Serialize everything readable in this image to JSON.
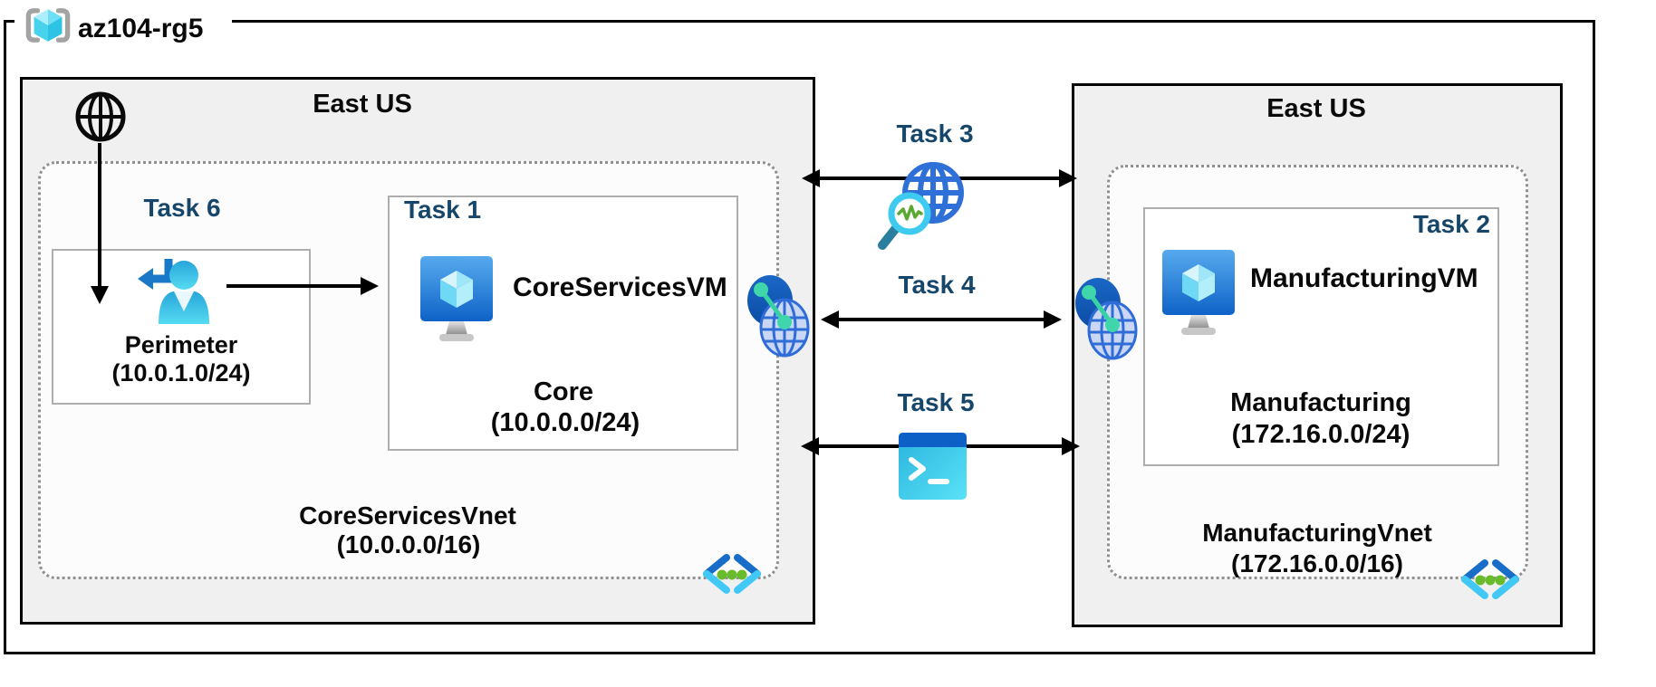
{
  "resource_group": {
    "name": "az104-rg5"
  },
  "left_region": {
    "name": "East US",
    "vnet": {
      "label": "CoreServicesVnet",
      "cidr": "(10.0.0.0/16)"
    },
    "perimeter_subnet": {
      "task": "Task 6",
      "label": "Perimeter",
      "cidr": "(10.0.1.0/24)"
    },
    "core_subnet": {
      "task": "Task 1",
      "vm_name": "CoreServicesVM",
      "label": "Core",
      "cidr": "(10.0.0.0/24)"
    }
  },
  "right_region": {
    "name": "East US",
    "vnet": {
      "label": "ManufacturingVnet",
      "cidr": "(172.16.0.0/16)"
    },
    "manufacturing_subnet": {
      "task": "Task 2",
      "vm_name": "ManufacturingVM",
      "label": "Manufacturing",
      "cidr": "(172.16.0.0/24)"
    }
  },
  "connections": {
    "task3": {
      "label": "Task 3",
      "icon": "network-watcher-icon"
    },
    "task4": {
      "label": "Task 4",
      "icon": "network-interface-icons"
    },
    "task5": {
      "label": "Task 5",
      "icon": "cloud-shell-icon"
    }
  },
  "icons": {
    "resource_group": "resource-group-icon",
    "internet": "internet-globe-icon",
    "perimeter_user": "user-return-icon",
    "virtual_machine": "virtual-machine-icon",
    "network_interface": "network-interface-icon",
    "virtual_network": "virtual-network-code-icon",
    "network_watcher": "network-watcher-icon",
    "cloud_shell": "cloud-shell-icon"
  },
  "colors": {
    "task_label": "#17466b",
    "region_fill": "#f0f0f0",
    "vnet_fill": "#fcfcfc",
    "border_black": "#000000",
    "box_border_gray": "#aeaeae",
    "dotted_border": "#8f8f8f",
    "azure_blue_dark": "#176dc7",
    "azure_cyan": "#41c8f4",
    "azure_green": "#68bc2c",
    "teal_accent": "#37d1a4"
  }
}
